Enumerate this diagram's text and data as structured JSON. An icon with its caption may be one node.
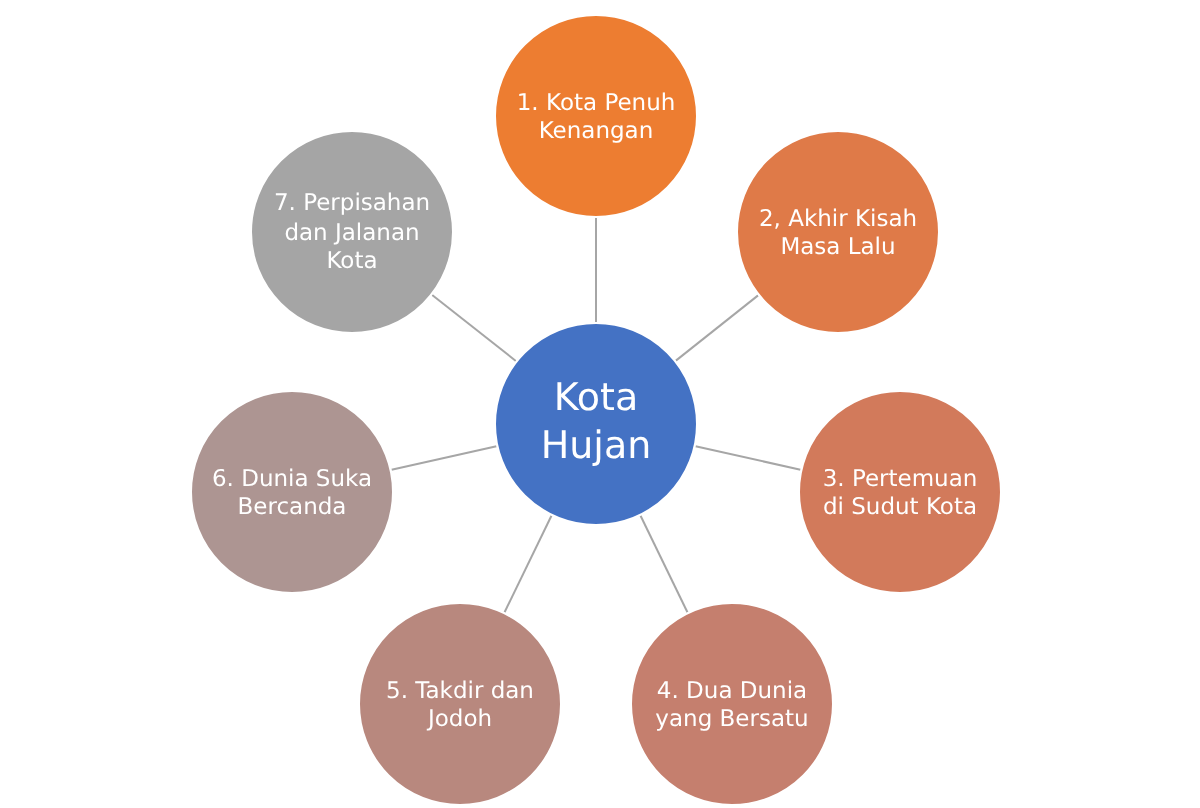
{
  "diagram": {
    "nodes": [
      {
        "text": [
          "Kota Hujan"
        ]
      },
      {
        "text": [
          "1. Kota Penuh Kenangan"
        ]
      },
      {
        "text": [
          "2, Akhir Kisah Masa Lalu"
        ]
      },
      {
        "text": [
          "3. Pertemuan di Sudut Kota"
        ]
      },
      {
        "text": [
          "4. Dua Dunia yang Bersatu"
        ]
      },
      {
        "text": [
          "5. Takdir dan Jodoh"
        ]
      },
      {
        "text": [
          "6. Dunia Suka Bercanda"
        ]
      },
      {
        "text": [
          "7. Perpisahan dan Jalanan Kota"
        ]
      }
    ],
    "edges": [
      {
        "from": 0,
        "to": 1,
        "arrow": "none"
      },
      {
        "from": 0,
        "to": 2,
        "arrow": "none"
      },
      {
        "from": 0,
        "to": 3,
        "arrow": "none"
      },
      {
        "from": 0,
        "to": 4,
        "arrow": "none"
      },
      {
        "from": 0,
        "to": 5,
        "arrow": "none"
      },
      {
        "from": 0,
        "to": 6,
        "arrow": "none"
      },
      {
        "from": 0,
        "to": 7,
        "arrow": "none"
      }
    ]
  }
}
